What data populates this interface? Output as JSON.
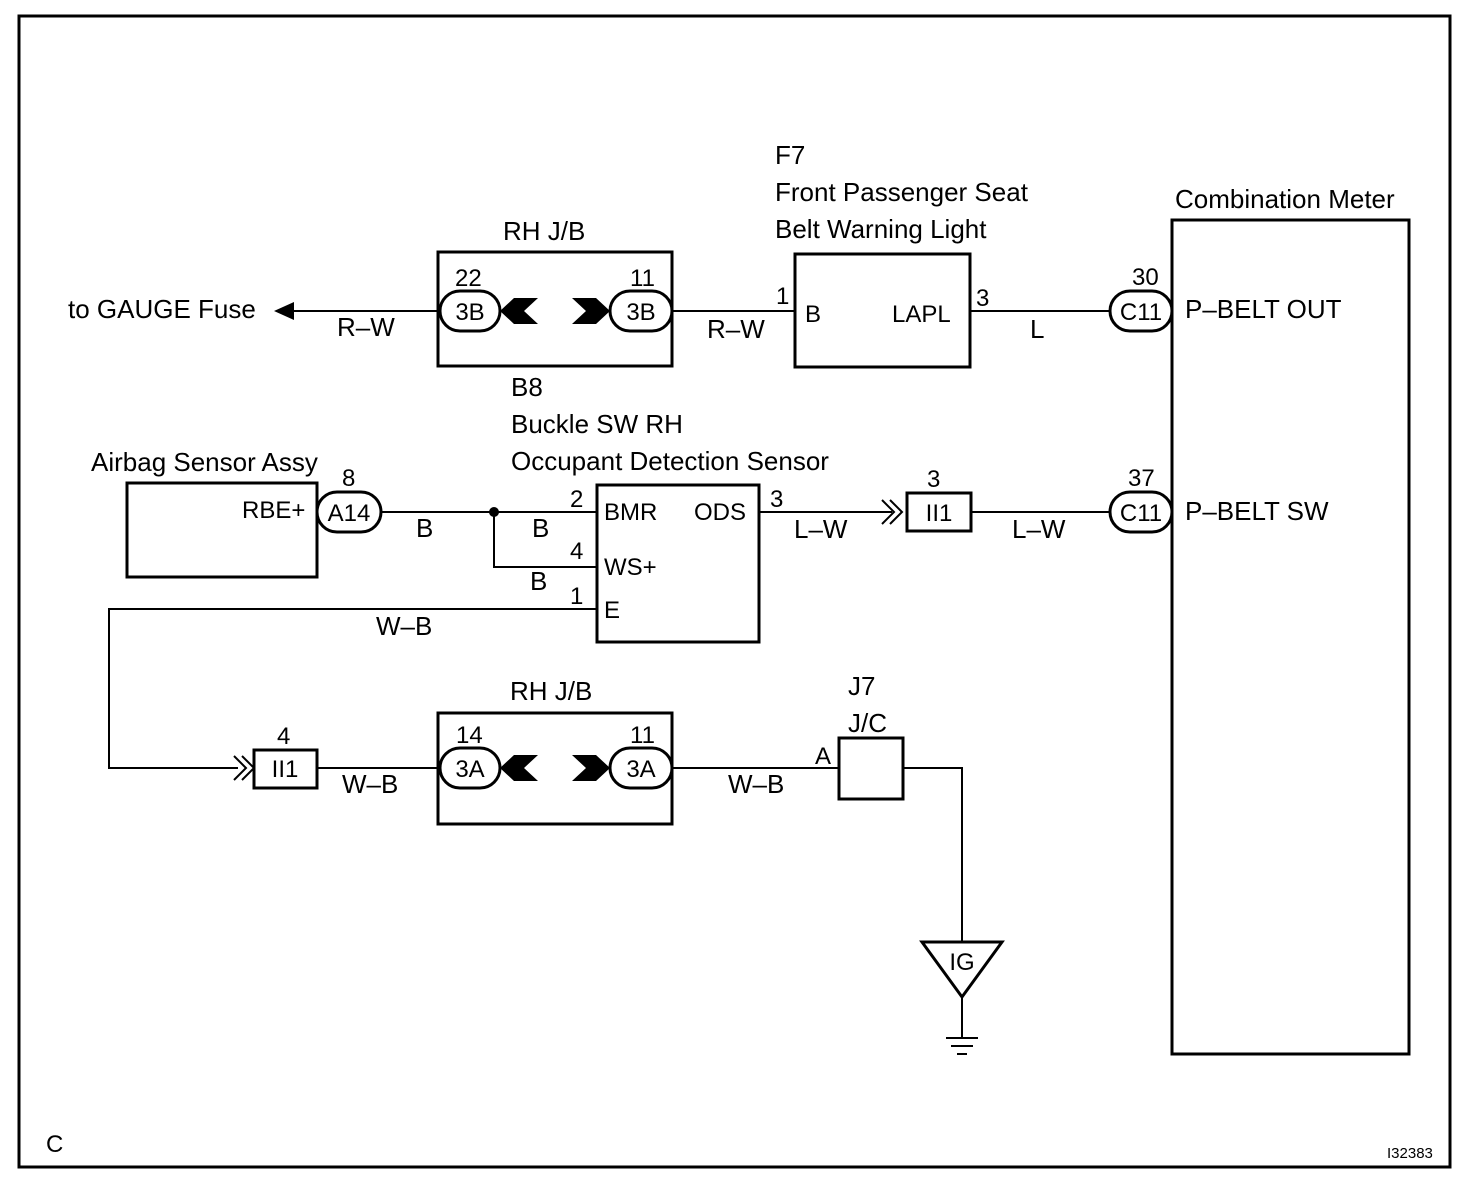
{
  "diagram": {
    "corner_letter": "C",
    "figure_id": "I32383"
  },
  "components": {
    "rhjb_top": {
      "title": "RH J/B",
      "left_pin": "22",
      "right_pin": "11",
      "left_conn": "3B",
      "right_conn": "3B"
    },
    "rhjb_bottom": {
      "title": "RH J/B",
      "left_pin": "14",
      "right_pin": "11",
      "left_conn": "3A",
      "right_conn": "3A"
    },
    "warning_light": {
      "code": "F7",
      "name_line1": "Front Passenger Seat",
      "name_line2": "Belt Warning Light",
      "term_b": "B",
      "term_lapl": "LAPL",
      "pin_b": "1",
      "pin_lapl": "3"
    },
    "combination_meter": {
      "name": "Combination Meter",
      "pin_top": "30",
      "conn_top": "C11",
      "term_top": "P–BELT OUT",
      "pin_bottom": "37",
      "conn_bottom": "C11",
      "term_bottom": "P–BELT SW"
    },
    "buckle_sw": {
      "code": "B8",
      "name_line1": "Buckle SW RH",
      "name_line2": "Occupant Detection Sensor",
      "term_bmr": "BMR",
      "term_ods": "ODS",
      "term_ws": "WS+",
      "term_e": "E",
      "pin_bmr": "2",
      "pin_ods": "3",
      "pin_ws": "4",
      "pin_e": "1"
    },
    "airbag_sensor": {
      "name": "Airbag Sensor Assy",
      "term": "RBE+",
      "pin": "8",
      "conn": "A14"
    },
    "ii1_top": {
      "label": "II1",
      "pin": "3"
    },
    "ii1_bottom": {
      "label": "II1",
      "pin": "4"
    },
    "jc": {
      "code": "J7",
      "name": "J/C",
      "term": "A"
    },
    "ground": {
      "label": "IG"
    },
    "gauge_fuse": {
      "label": "to GAUGE Fuse"
    }
  },
  "wires": {
    "fuse_to_jb": "R–W",
    "jb_to_light": "R–W",
    "light_to_meter": "L",
    "airbag_to_junction": "B",
    "junction_to_bmr": "B",
    "junction_to_ws": "B",
    "e_return": "W–B",
    "ods_to_ii1": "L–W",
    "ii1_to_meter": "L–W",
    "ii1_to_jb": "W–B",
    "jb_to_jc": "W–B"
  }
}
